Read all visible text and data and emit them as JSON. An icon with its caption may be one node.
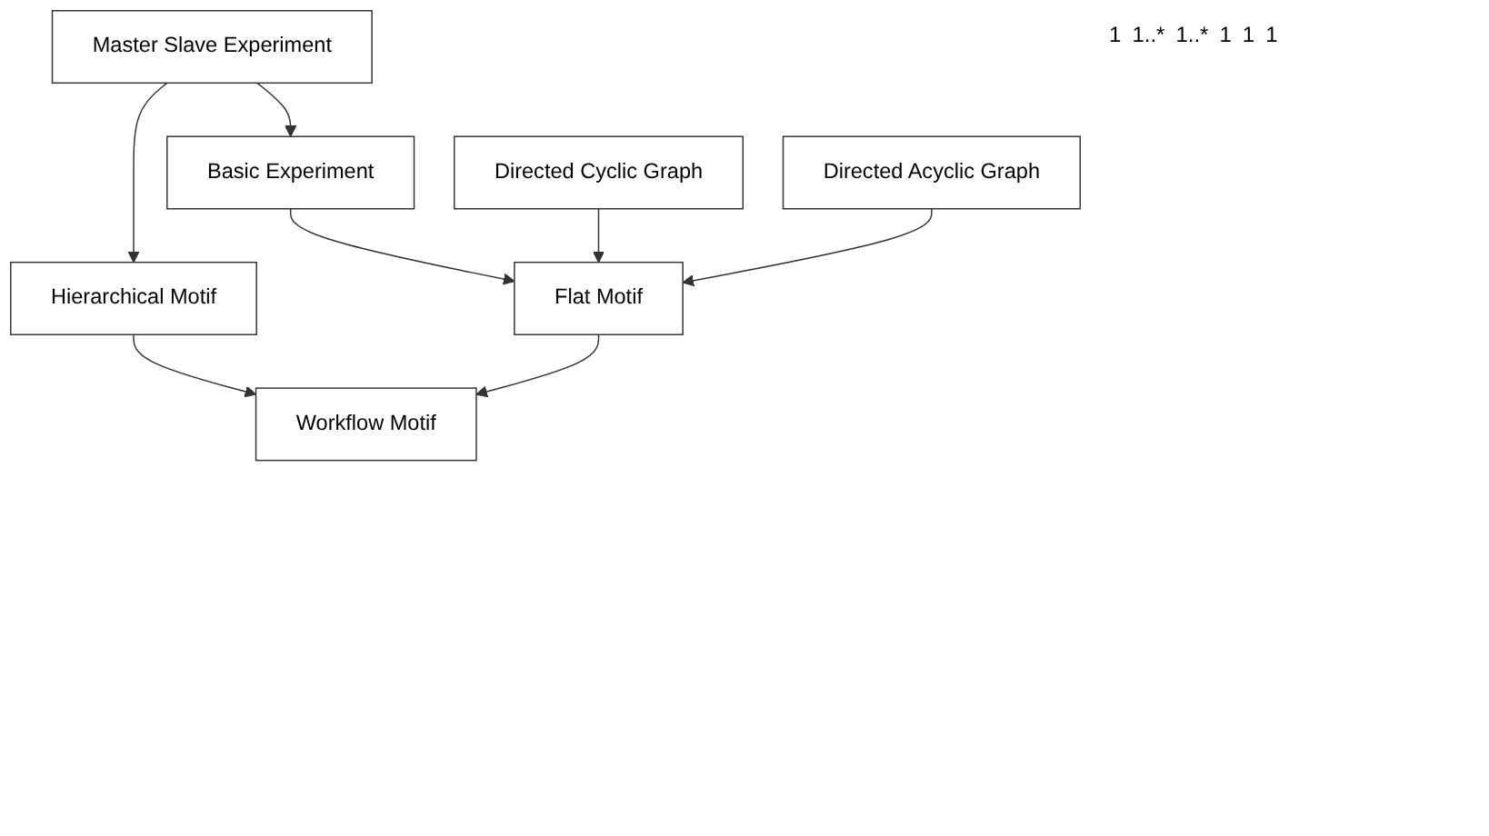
{
  "diagram": {
    "nodes": [
      {
        "text": [
          "Basic Experiment"
        ]
      },
      {
        "text": [
          "Master Slave Experiment"
        ]
      },
      {
        "text": [
          "Workflow Motif"
        ]
      },
      {
        "text": [
          "Hierarchical Motif"
        ]
      },
      {
        "text": [
          "Flat Motif"
        ]
      },
      {
        "text": [
          "Directed Cyclic Graph"
        ]
      },
      {
        "text": [
          "Directed Acyclic Graph"
        ]
      }
    ],
    "edges": [
      {
        "from": 1,
        "to": 0,
        "arrow": "to"
      },
      {
        "from": 1,
        "to": 3,
        "arrow": "to"
      },
      {
        "from": 3,
        "to": 2,
        "arrow": "to"
      },
      {
        "from": 4,
        "to": 2,
        "arrow": "to"
      },
      {
        "from": 0,
        "to": 4,
        "arrow": "to"
      },
      {
        "from": 5,
        "to": 4,
        "arrow": "to"
      },
      {
        "from": 6,
        "to": 4,
        "arrow": "to"
      }
    ],
    "labels": [
      "1",
      "1..*",
      "1..*",
      "1",
      "1",
      "1"
    ]
  }
}
